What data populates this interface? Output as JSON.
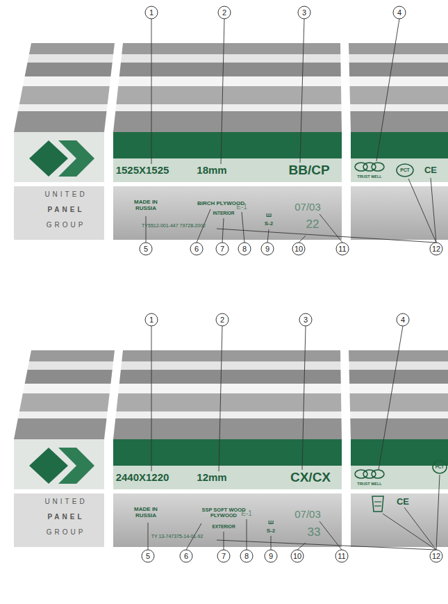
{
  "diagram": {
    "labels": [
      "1",
      "2",
      "3",
      "4",
      "1525X1525",
      "18mm",
      "BB/CP",
      "TRUST WELL",
      "UNITED",
      "PANEL",
      "GROUP",
      "MADE IN RUSSIA",
      "BIRCH PLYWOOD",
      "INTERIOR",
      "TY5512-001-447 79728-2002",
      "E-1",
      "Ш",
      "S-2",
      "07/03",
      "22",
      "CE",
      "РСТ",
      "5",
      "6",
      "7",
      "8",
      "9",
      "10",
      "11",
      "12",
      "1",
      "2",
      "3",
      "4",
      "2440X1220",
      "12mm",
      "CX/CX",
      "TRUST WELL",
      "UNITED",
      "PANEL",
      "GROUP",
      "MADE IN RUSSIA",
      "SSP SOFT WOOD PLYWOOD",
      "EXTERIOR",
      "TY 13-747375-14-01-92",
      "E-1",
      "Ш",
      "S-2",
      "07/03",
      "33",
      "CE",
      "РСТ",
      "5",
      "6",
      "7",
      "8",
      "9",
      "10",
      "11",
      "12"
    ]
  }
}
